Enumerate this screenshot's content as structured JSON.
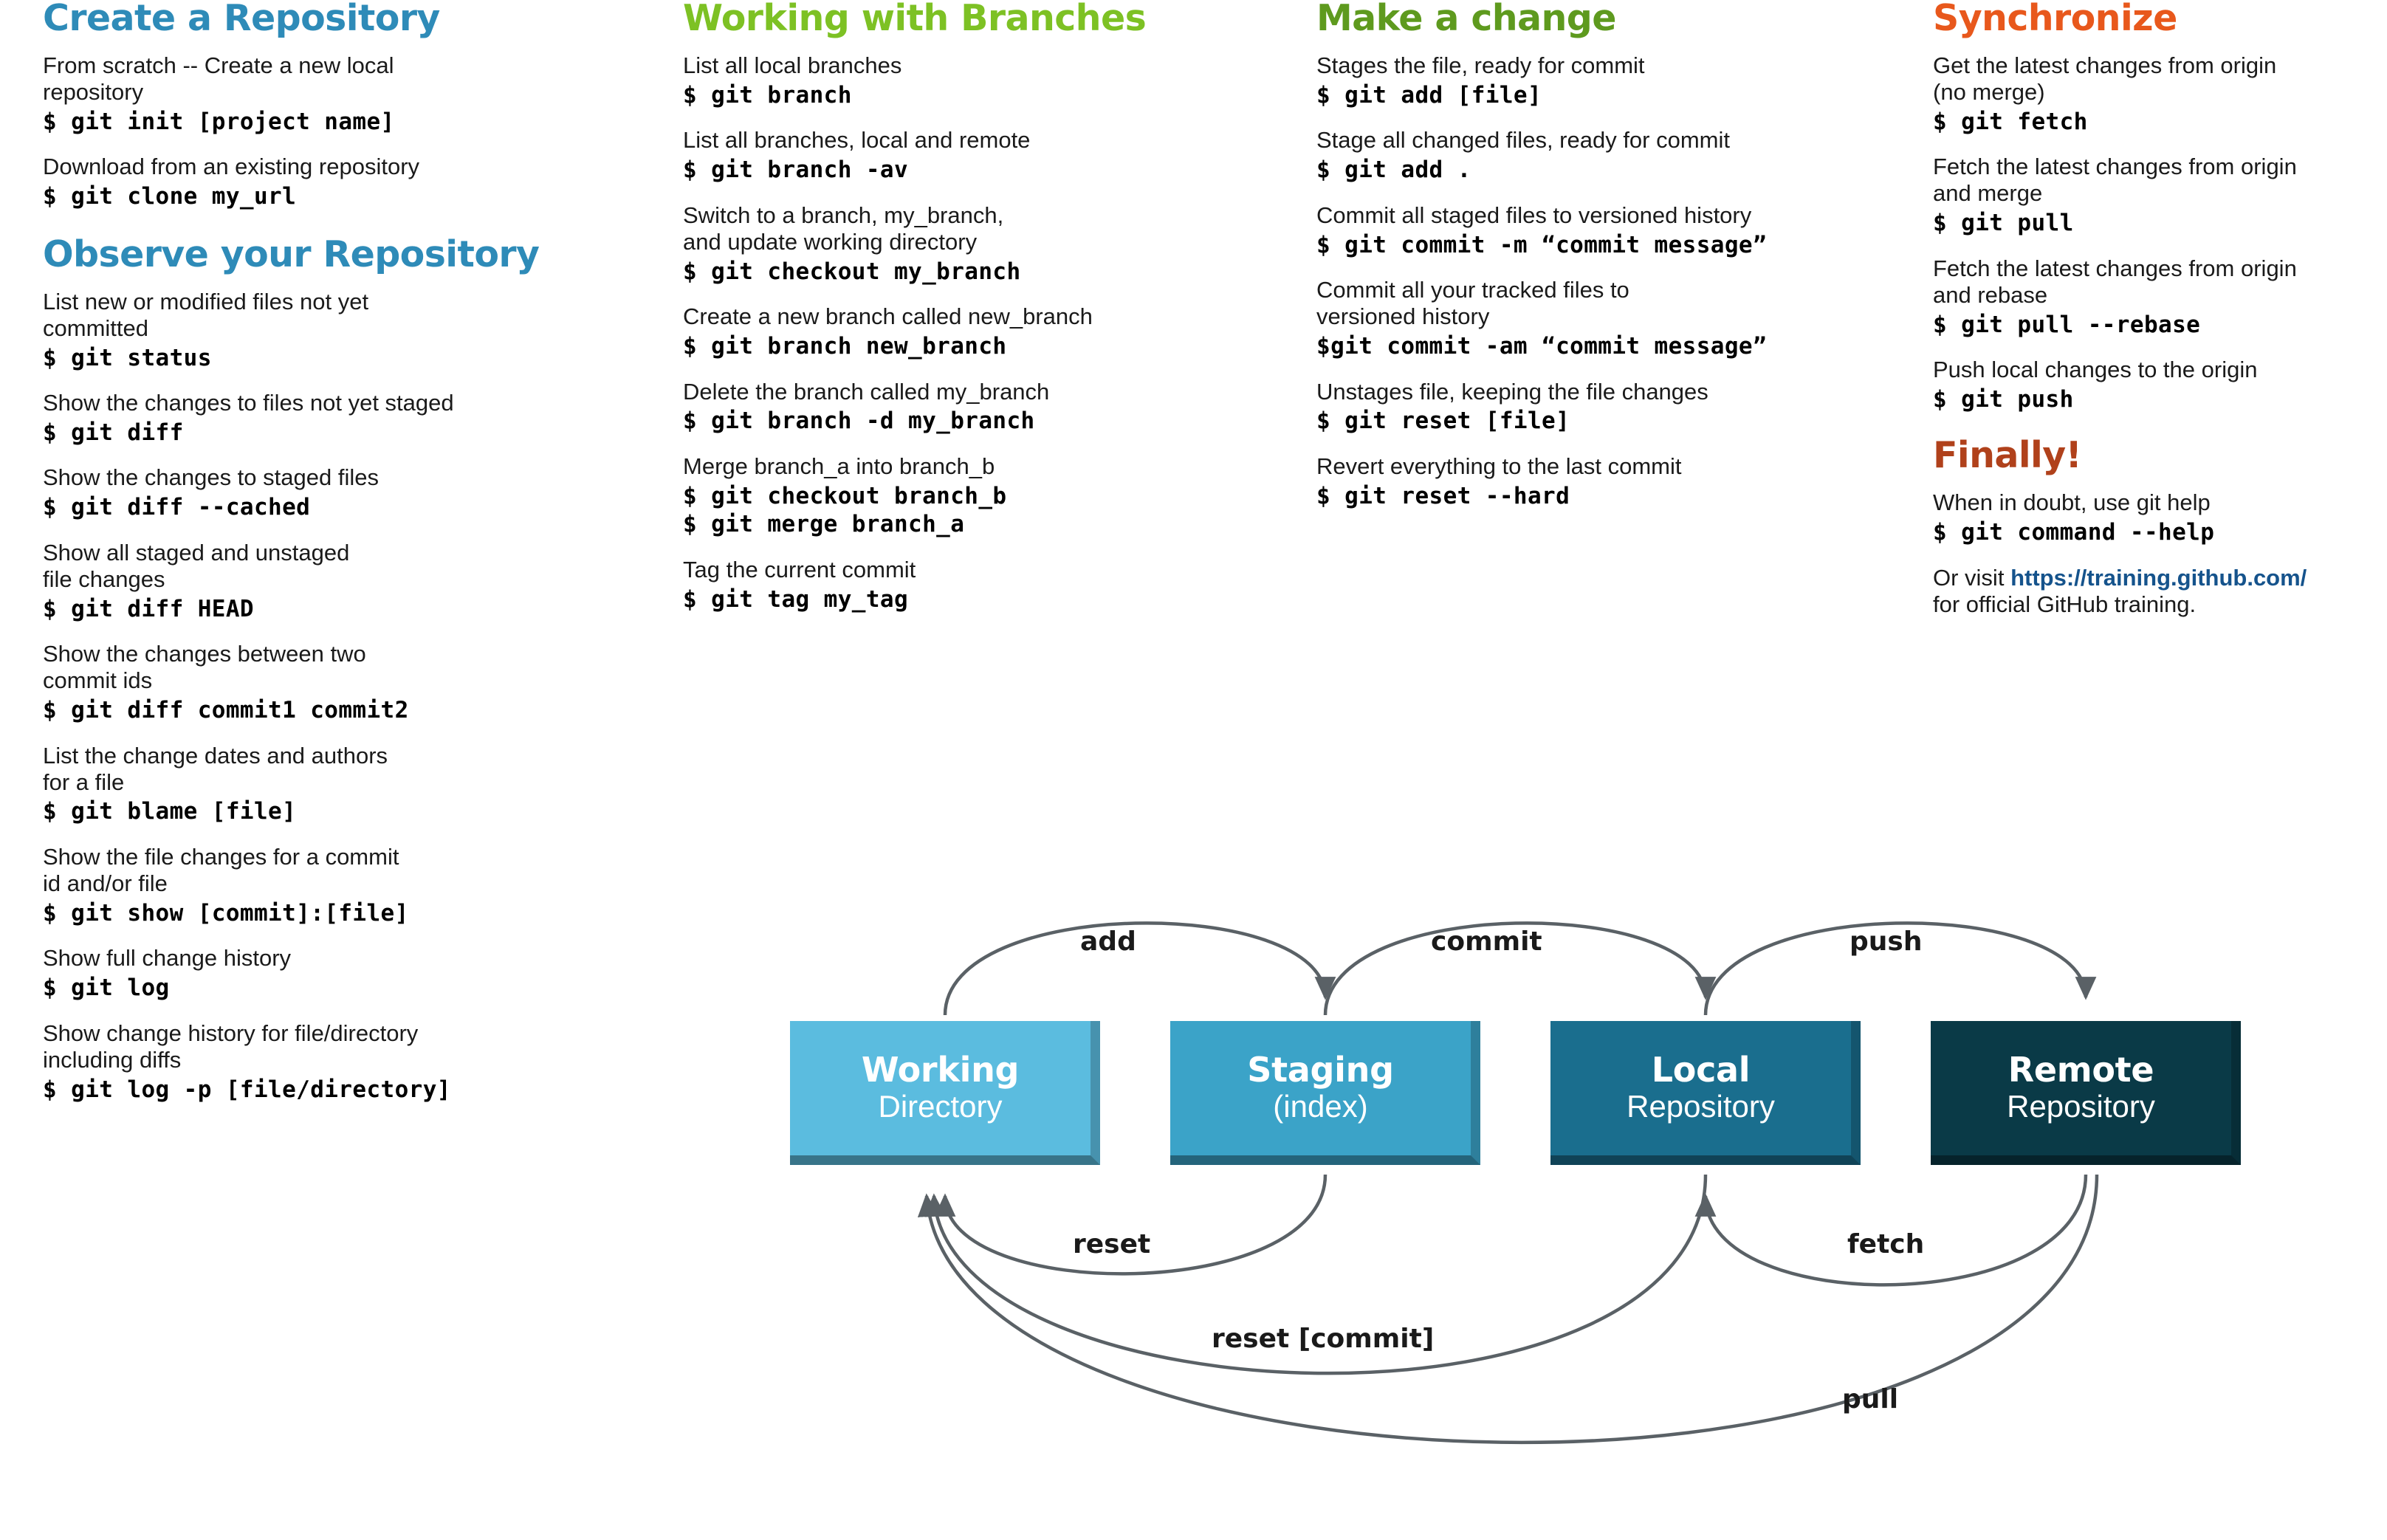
{
  "sections": [
    {
      "id": "create-a-repository",
      "title": "Create a Repository",
      "color": "#2E8BB8",
      "entries": [
        {
          "desc": "From scratch -- Create a new local\nrepository",
          "commands": [
            "$ git init [project name]"
          ]
        },
        {
          "desc": "Download from an existing repository",
          "commands": [
            "$ git clone my_url"
          ]
        }
      ]
    },
    {
      "id": "observe-your-repository",
      "title": "Observe your Repository",
      "color": "#2E8BB8",
      "entries": [
        {
          "desc": "List new or modified files not yet\ncommitted",
          "commands": [
            "$ git status"
          ]
        },
        {
          "desc": "Show the changes to files not yet staged",
          "commands": [
            "$ git diff"
          ]
        },
        {
          "desc": "Show the changes to staged files",
          "commands": [
            "$ git diff --cached"
          ]
        },
        {
          "desc": "Show all staged and unstaged\nfile changes",
          "commands": [
            "$ git diff HEAD"
          ]
        },
        {
          "desc": "Show the changes between two\ncommit ids",
          "commands": [
            "$ git diff commit1 commit2"
          ]
        },
        {
          "desc": "List the change dates and authors\nfor a file",
          "commands": [
            "$ git blame [file]"
          ]
        },
        {
          "desc": "Show the file changes for a commit\nid and/or file",
          "commands": [
            "$ git show [commit]:[file]"
          ]
        },
        {
          "desc": "Show full change history",
          "commands": [
            "$ git log"
          ]
        },
        {
          "desc": "Show change history for file/directory\nincluding diffs",
          "commands": [
            "$ git log -p [file/directory]"
          ]
        }
      ]
    },
    {
      "id": "working-with-branches",
      "title": "Working with Branches",
      "color": "#7DC124",
      "entries": [
        {
          "desc": "List all local branches",
          "commands": [
            "$ git branch"
          ]
        },
        {
          "desc": "List all branches, local and remote",
          "commands": [
            "$ git branch -av"
          ]
        },
        {
          "desc": "Switch to a branch, my_branch,\nand update working directory",
          "commands": [
            "$ git checkout my_branch"
          ]
        },
        {
          "desc": "Create a new branch called new_branch",
          "commands": [
            "$ git branch new_branch"
          ]
        },
        {
          "desc": "Delete the branch called my_branch",
          "commands": [
            "$ git branch -d my_branch"
          ]
        },
        {
          "desc": "Merge branch_a into branch_b",
          "commands": [
            "$ git checkout branch_b",
            "$ git merge branch_a"
          ]
        },
        {
          "desc": "Tag the current commit",
          "commands": [
            "$ git tag my_tag"
          ]
        }
      ]
    },
    {
      "id": "make-a-change",
      "title": "Make a change",
      "color": "#5E9A1E",
      "entries": [
        {
          "desc": "Stages the file, ready for commit",
          "commands": [
            "$ git add [file]"
          ]
        },
        {
          "desc": "Stage all changed files, ready for commit",
          "commands": [
            "$ git add ."
          ]
        },
        {
          "desc": "Commit all staged files to versioned history",
          "commands": [
            "$ git commit -m “commit message”"
          ]
        },
        {
          "desc": "Commit all your tracked files to\nversioned history",
          "commands": [
            "$git commit -am “commit message”"
          ]
        },
        {
          "desc": "Unstages file, keeping the file changes",
          "commands": [
            "$ git reset [file]"
          ]
        },
        {
          "desc": "Revert everything to the last commit",
          "commands": [
            "$ git reset --hard"
          ]
        }
      ]
    },
    {
      "id": "synchronize",
      "title": "Synchronize",
      "color": "#E8581C",
      "entries": [
        {
          "desc": "Get the latest changes from origin\n(no merge)",
          "commands": [
            "$ git fetch"
          ]
        },
        {
          "desc": "Fetch the latest changes from origin\nand merge",
          "commands": [
            "$ git pull"
          ]
        },
        {
          "desc": "Fetch the latest changes from origin\nand rebase",
          "commands": [
            "$ git pull --rebase"
          ]
        },
        {
          "desc": "Push local changes to the origin",
          "commands": [
            "$ git push"
          ]
        }
      ]
    },
    {
      "id": "finally",
      "title": "Finally!",
      "color": "#B0411B",
      "entries": [
        {
          "desc": "When in doubt, use git help",
          "commands": [
            "$ git command --help"
          ]
        }
      ],
      "footer": {
        "prefix": "Or visit ",
        "link": "https://training.github.com/",
        "suffix": "for official GitHub training."
      }
    }
  ],
  "diagram": {
    "nodes": [
      {
        "id": "working",
        "top": "Working",
        "bottom": "Directory",
        "color": "#5BBCDF"
      },
      {
        "id": "staging",
        "top": "Staging",
        "bottom": "(index)",
        "color": "#3BA3C8"
      },
      {
        "id": "local",
        "top": "Local",
        "bottom": "Repository",
        "color": "#1A6E8E"
      },
      {
        "id": "remote",
        "top": "Remote",
        "bottom": "Repository",
        "color": "#0A3A47"
      }
    ],
    "edges": [
      {
        "id": "add",
        "label": "add",
        "from": "working",
        "to": "staging"
      },
      {
        "id": "commit",
        "label": "commit",
        "from": "staging",
        "to": "local"
      },
      {
        "id": "push",
        "label": "push",
        "from": "local",
        "to": "remote"
      },
      {
        "id": "reset",
        "label": "reset",
        "from": "staging",
        "to": "working"
      },
      {
        "id": "reset-commit",
        "label": "reset [commit]",
        "from": "local",
        "to": "working"
      },
      {
        "id": "fetch",
        "label": "fetch",
        "from": "remote",
        "to": "local"
      },
      {
        "id": "pull",
        "label": "pull",
        "from": "remote",
        "to": "working"
      }
    ],
    "stroke_color": "#5A6166"
  }
}
